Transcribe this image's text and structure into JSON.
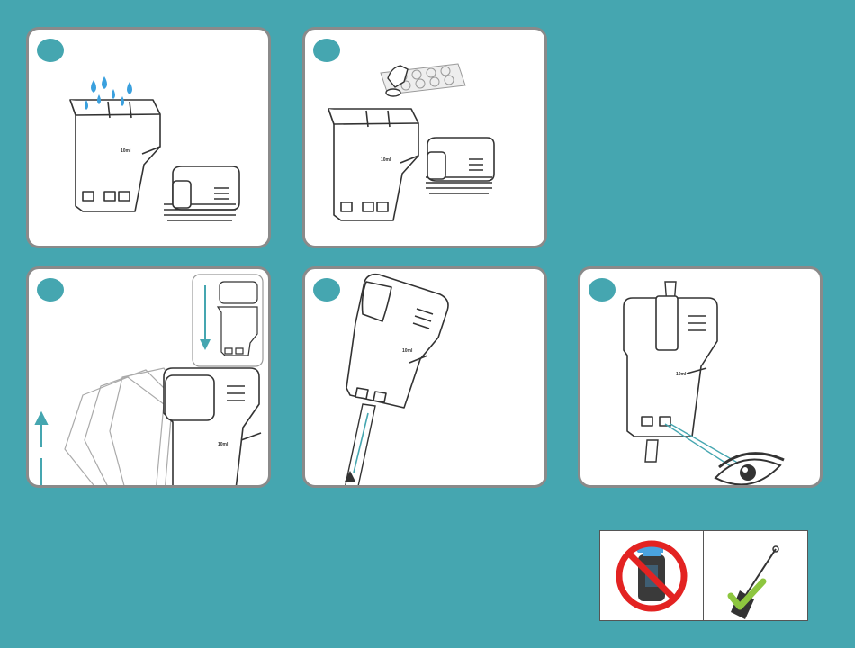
{
  "panels": [
    {
      "id": "step-1",
      "volume_mark": "10ml"
    },
    {
      "id": "step-2",
      "volume_mark": "10ml"
    },
    {
      "id": "step-3",
      "volume_mark": "10ml"
    },
    {
      "id": "step-4",
      "volume_mark": "10ml"
    },
    {
      "id": "step-5",
      "volume_mark": "10ml"
    }
  ],
  "colors": {
    "background": "#45a6b0",
    "badge": "#45a6b0",
    "water_drop": "#3aa0de",
    "prohibited": "#e32322",
    "spray_bottle": "#4aa3df",
    "check": "#8dc63f"
  },
  "icons": [
    "water-drop-icon",
    "tablet-hand-icon",
    "eye-icon",
    "no-spray-icon",
    "brush-check-icon",
    "arrow-icon"
  ]
}
